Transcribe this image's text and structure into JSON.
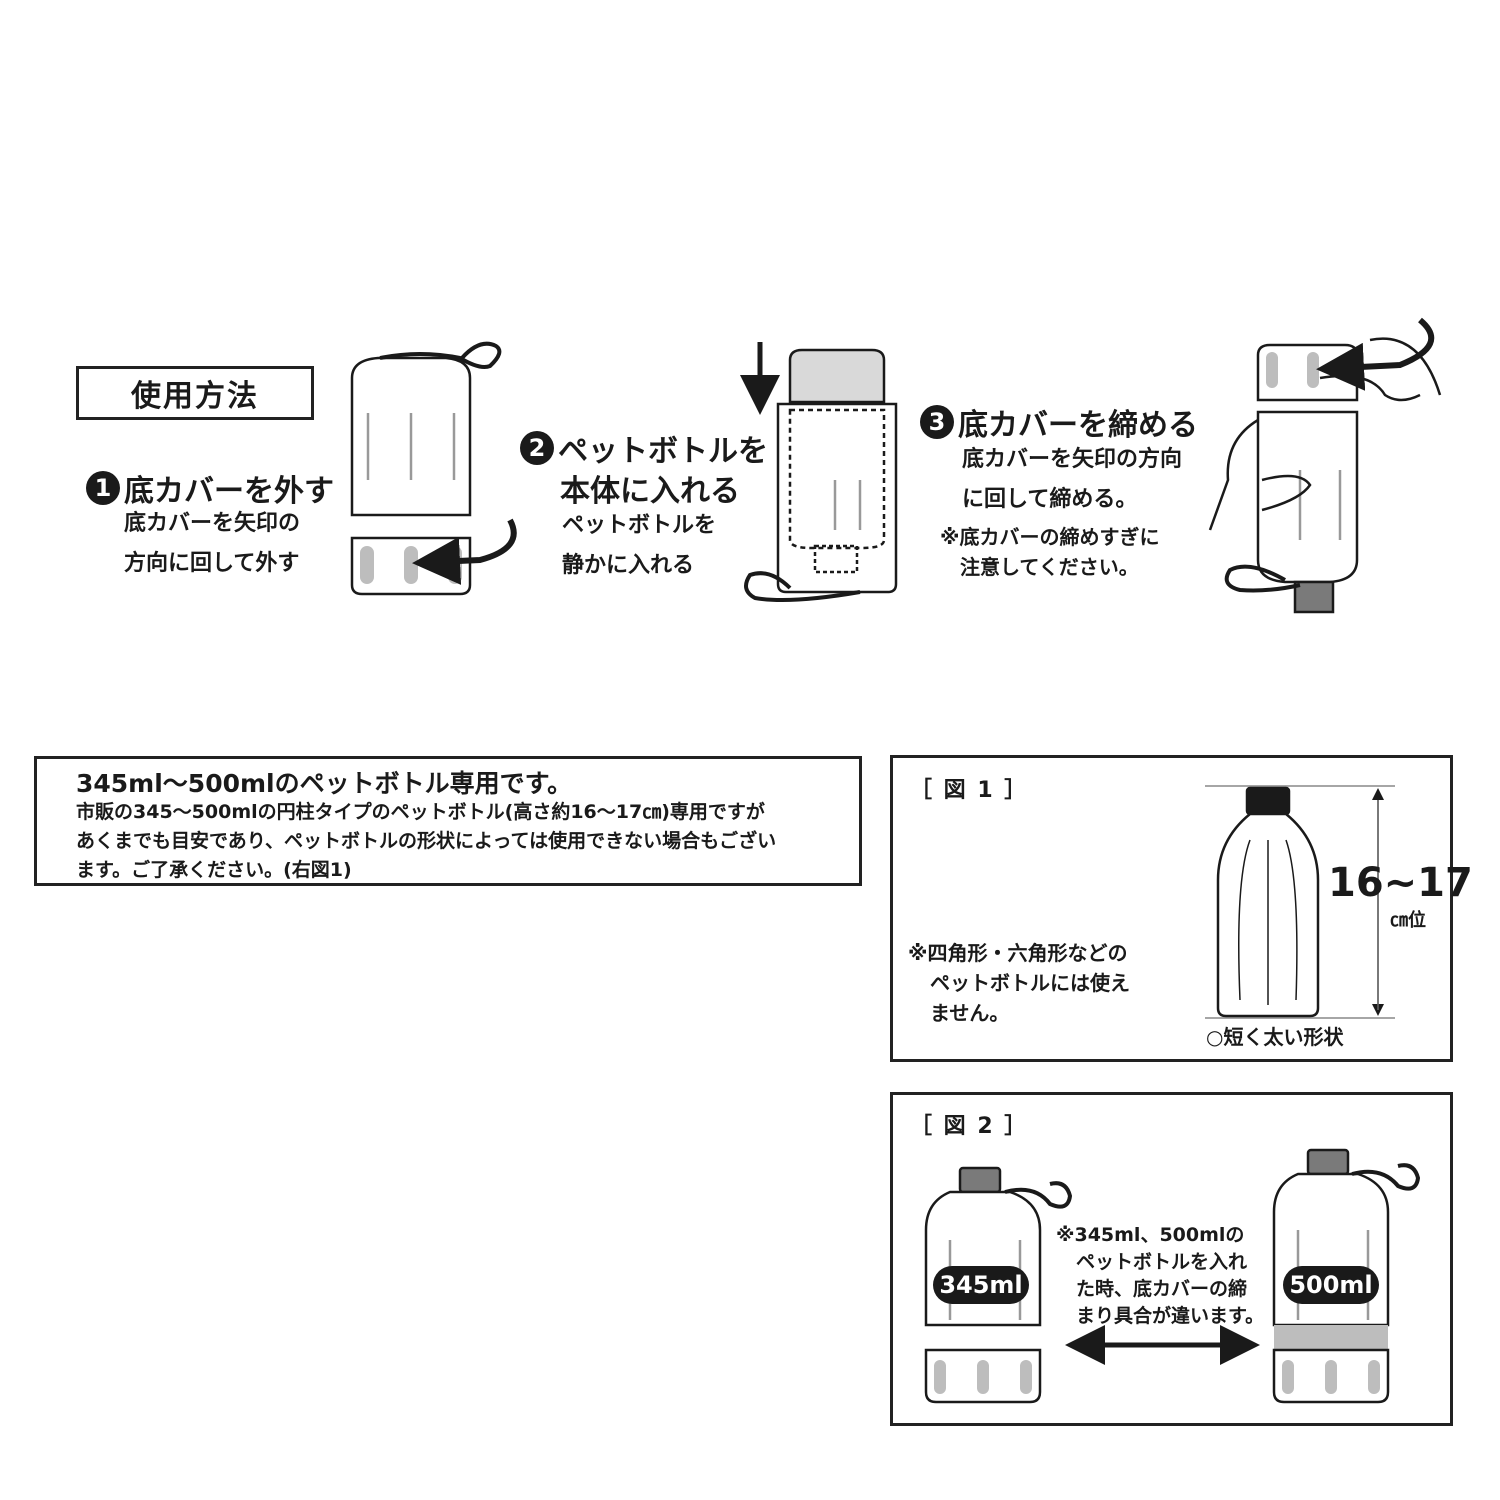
{
  "title": "使用方法",
  "steps": [
    {
      "number": "1",
      "heading": "底カバーを外す",
      "lines": [
        "底カバーを矢印の",
        "方向に回して外す"
      ]
    },
    {
      "number": "2",
      "heading_lines": [
        "ペットボトルを",
        "本体に入れる"
      ],
      "lines": [
        "ペットボトルを",
        "静かに入れる"
      ]
    },
    {
      "number": "3",
      "heading": "底カバーを締める",
      "lines": [
        "底カバーを矢印の方向",
        "に回して締める。"
      ],
      "notes": [
        "※底カバーの締めすぎに",
        "注意してください。"
      ]
    }
  ],
  "info": {
    "title": "345ml～500mlのペットボトル専用です。",
    "lines": [
      "市販の345～500mlの円柱タイプのペットボトル(高さ約16～17㎝)専用ですが",
      "あくまでも目安であり、ペットボトルの形状によっては使用できない場合もござい",
      "ます。ご了承ください。(右図1)"
    ]
  },
  "figure1": {
    "label": "［ 図 1 ］",
    "note_lines": [
      "※四角形・六角形などの",
      "ペットボトルには使え",
      "ません。"
    ],
    "height_value": "16~17",
    "height_unit": "㎝位",
    "shape_caption": "○短く太い形状"
  },
  "figure2": {
    "label": "［ 図 2 ］",
    "left_badge": "345ml",
    "right_badge": "500ml",
    "note_lines": [
      "※345ml、500mlの",
      "ペットボトルを入れ",
      "た時、底カバーの締",
      "まり具合が違います。"
    ]
  },
  "colors": {
    "ink": "#1a1a1a",
    "grey_fill": "#bdbdbd",
    "light_grey": "#d9d9d9",
    "cap_grey": "#7a7a7a"
  }
}
